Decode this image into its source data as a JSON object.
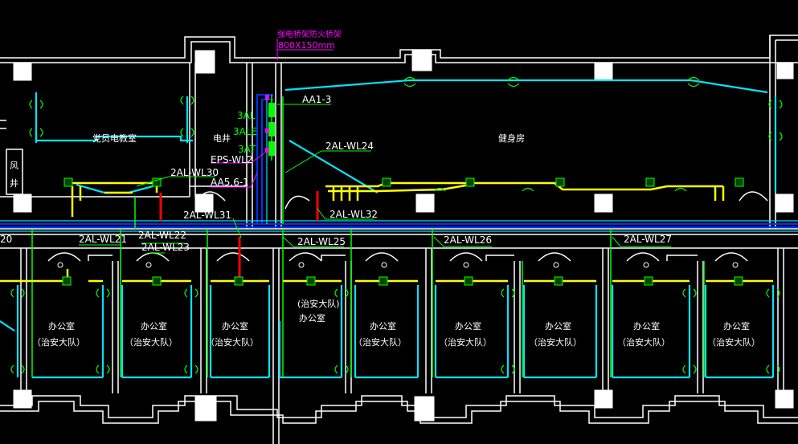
{
  "colors": {
    "background": "#000000",
    "wall": "#ffffff",
    "light_wiring": "#00e5ff",
    "socket_wiring": "#ffff00",
    "circuit_wire": "#00ff00",
    "feeder": "#0033ff",
    "emergency": "#ff0000",
    "annotation_magenta": "#ff00ff",
    "panel_green": "#00ff00"
  },
  "labels": {
    "bridge_title": "强电桥架防火桥架",
    "bridge_size": "800X150mm",
    "aa1": "AA1-3",
    "panel_3al": "3AL",
    "panel_3ale": "3ALE",
    "panel_3at": "3AT",
    "eps": "EPS-WL2",
    "aa5": "AA5,6-1",
    "wl24": "2AL-WL24",
    "wl30": "2AL-WL30",
    "wl31": "2AL-WL31",
    "wl32": "2AL-WL32",
    "wl20": "20",
    "wl21": "2AL-WL21",
    "wl22": "2AL-WL22",
    "wl23": "2AL-WL23",
    "wl25": "2AL-WL25",
    "wl26": "2AL-WL26",
    "wl27": "2AL-WL27"
  },
  "rooms": {
    "party_room": "党员电教室",
    "elec_shaft": "电井",
    "gym": "健身房",
    "air_shaft_1": "风",
    "air_shaft_2": "井",
    "office": "办公室",
    "security_team": "（治安大队）",
    "security_team_plain": "(治安大队)"
  }
}
